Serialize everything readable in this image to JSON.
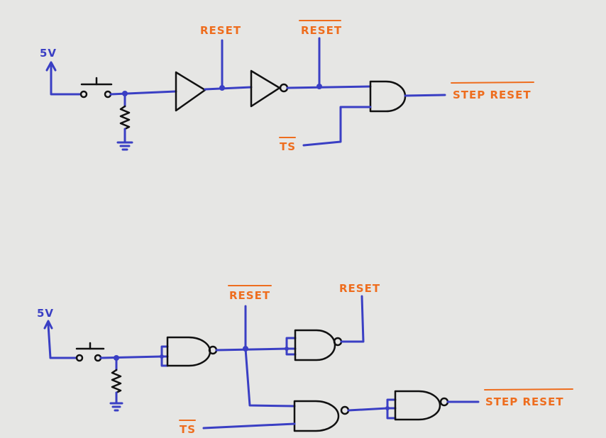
{
  "colors": {
    "background": "#e6e6e4",
    "wire": "#3a3fc4",
    "ink": "#111111",
    "label": "#ee6d1e"
  },
  "top_circuit": {
    "supply_label": "5V",
    "reset_label": "RESET",
    "reset_bar_label": "RESET",
    "ts_label": "TS",
    "output_label": "STEP RESET"
  },
  "bottom_circuit": {
    "supply_label": "5V",
    "reset_bar_label": "RESET",
    "reset_label": "RESET",
    "ts_label": "TS",
    "output_label": "STEP RESET"
  }
}
